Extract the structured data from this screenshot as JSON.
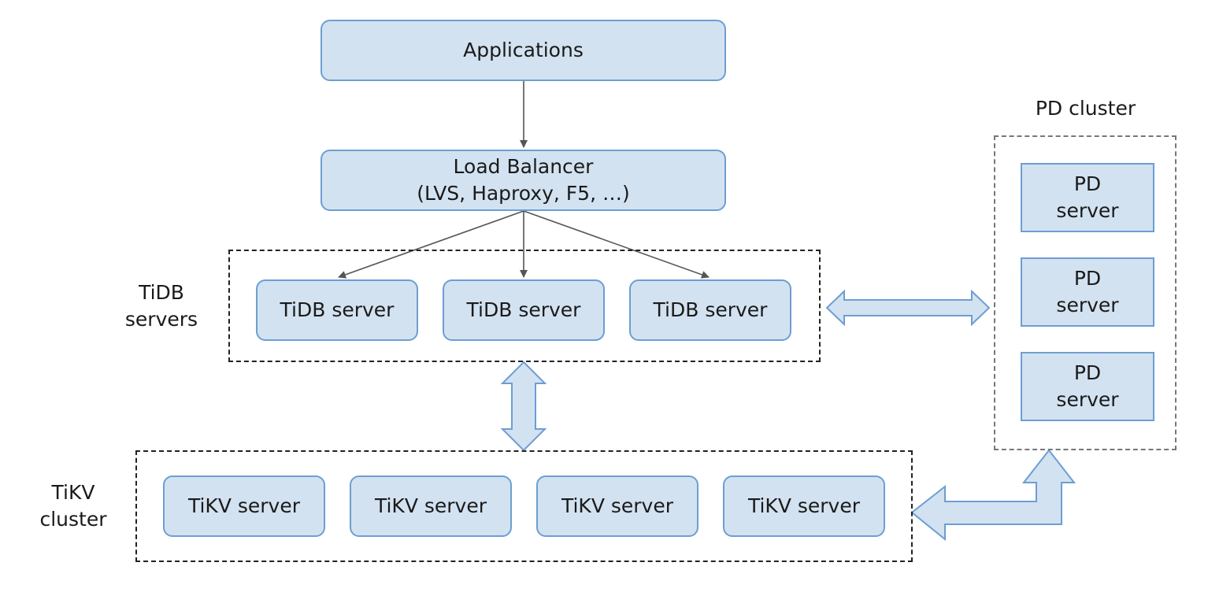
{
  "nodes": {
    "applications": "Applications",
    "load_balancer": {
      "line1": "Load Balancer",
      "line2": "(LVS, Haproxy, F5, …)"
    },
    "tidb_servers": [
      "TiDB server",
      "TiDB server",
      "TiDB server"
    ],
    "tikv_servers": [
      "TiKV server",
      "TiKV server",
      "TiKV server",
      "TiKV server"
    ],
    "pd_servers": [
      {
        "line1": "PD",
        "line2": "server"
      },
      {
        "line1": "PD",
        "line2": "server"
      },
      {
        "line1": "PD",
        "line2": "server"
      }
    ]
  },
  "groups": {
    "tidb": {
      "line1": "TiDB",
      "line2": "servers"
    },
    "tikv": {
      "line1": "TiKV",
      "line2": "cluster"
    },
    "pd": "PD cluster"
  },
  "colors": {
    "node_fill": "#d3e2f1",
    "node_border": "#6d9ed3",
    "arrow_line": "#555555",
    "big_arrow_fill": "#d3e2f1",
    "big_arrow_stroke": "#6d9ed3"
  }
}
